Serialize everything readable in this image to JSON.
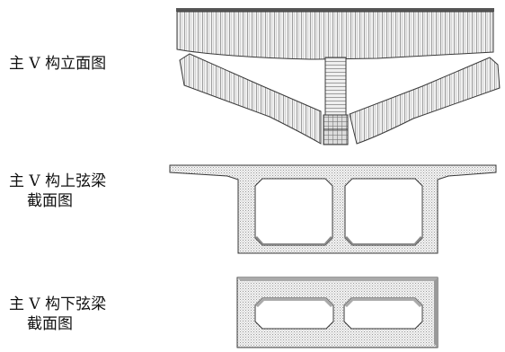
{
  "labels": {
    "elevation": "主 V 构立面图",
    "upper_chord": {
      "line1": "主 V 构上弦梁",
      "line2": "截面图"
    },
    "lower_chord": {
      "line1": "主 V 构下弦梁",
      "line2": "截面图"
    }
  },
  "colors": {
    "stroke": "#3a3a3a",
    "hatch": "#8c8c8c",
    "fill": "#e6e6e6"
  }
}
